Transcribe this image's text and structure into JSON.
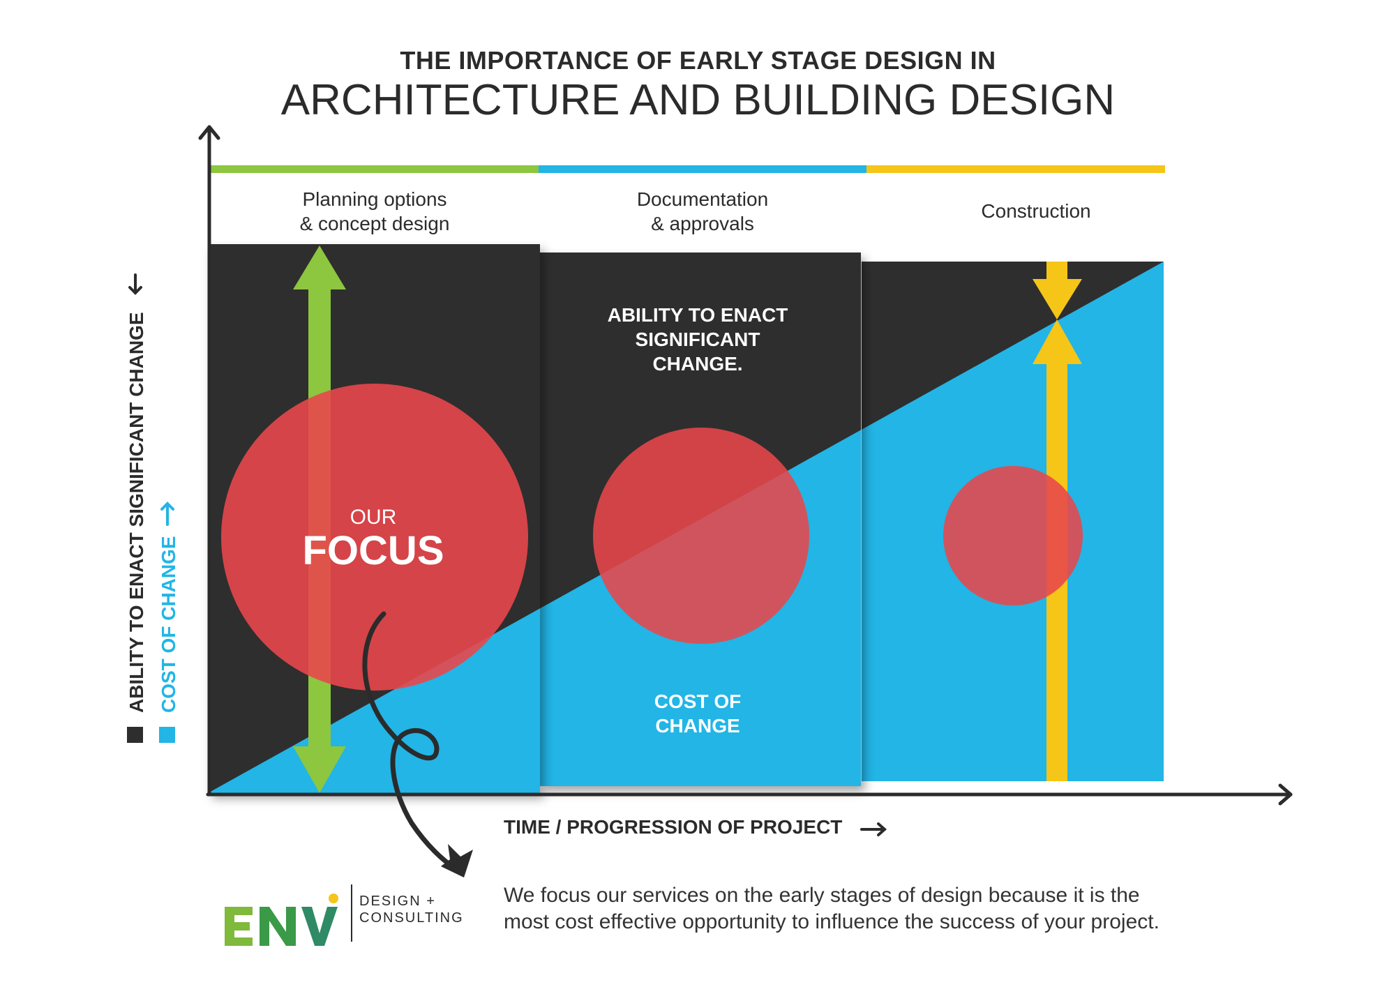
{
  "title": {
    "line1": "THE IMPORTANCE OF EARLY STAGE DESIGN IN",
    "line2": "ARCHITECTURE AND BUILDING DESIGN"
  },
  "phases": [
    {
      "line1": "Planning options",
      "line2": "& concept design",
      "color": "#8dc63f"
    },
    {
      "line1": "Documentation",
      "line2": "& approvals",
      "color": "#22b5e6"
    },
    {
      "line1": "Construction",
      "line2": "",
      "color": "#f5c518"
    }
  ],
  "axes": {
    "y_label_ability": "ABILITY TO ENACT SIGNIFICANT CHANGE",
    "y_label_cost": "COST OF CHANGE",
    "x_label": "TIME / PROGRESSION OF PROJECT"
  },
  "focus": {
    "small": "OUR",
    "large": "FOCUS"
  },
  "ability_text": [
    "ABILITY TO ENACT",
    "SIGNIFICANT",
    "CHANGE."
  ],
  "cost_text": [
    "COST OF",
    "CHANGE"
  ],
  "tagline": [
    "We focus our services on the early stages of design because it is the",
    "most cost effective opportunity to influence the success of your project."
  ],
  "logo": {
    "mark": "ENV",
    "text_line1": "DESIGN +",
    "text_line2": "CONSULTING"
  },
  "colors": {
    "dark": "#2e2e2e",
    "blue": "#22b5e6",
    "green": "#8dc63f",
    "yellow": "#f5c518",
    "red": "#e8474b",
    "text": "#2b2b2b"
  }
}
